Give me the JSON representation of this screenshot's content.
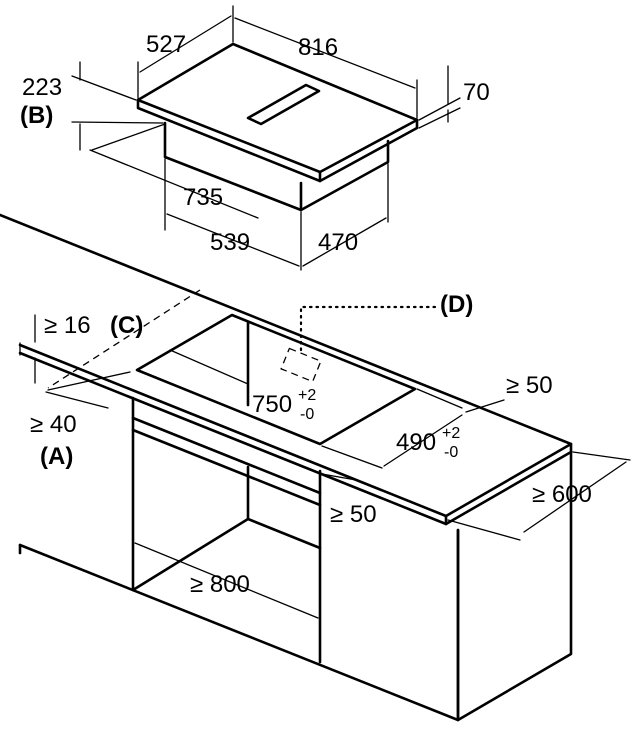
{
  "hob": {
    "depth": "527",
    "width": "816",
    "thickness": "70",
    "height": "223",
    "label_b": "(B)",
    "cutout_width": "735",
    "body_width": "539",
    "body_depth": "470"
  },
  "worktop": {
    "min_16": "≥ 16",
    "label_c": "(C)",
    "min_40": "≥ 40",
    "label_a": "(A)",
    "label_d": "(D)",
    "cutout_w": "750",
    "cutout_w_tol_plus": "+2",
    "cutout_w_tol_minus": "-0",
    "cutout_d": "490",
    "cutout_d_tol_plus": "+2",
    "cutout_d_tol_minus": "-0",
    "rear_gap": "≥ 50",
    "depth_min": "≥ 600",
    "front_gap": "≥ 50",
    "cabinet_min": "≥ 800"
  }
}
